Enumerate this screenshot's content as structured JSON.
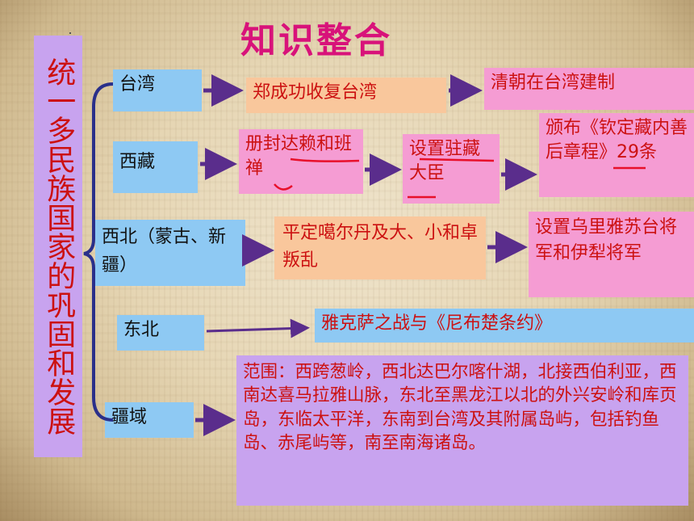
{
  "title": "知识整合",
  "theme": "统一多民族国家的巩固和发展",
  "rows": [
    {
      "region": "台湾",
      "step1": "郑成功收复台湾",
      "step2": "清朝在台湾建制"
    },
    {
      "region": "西藏",
      "step1": "册封达赖和班禅",
      "step2": "设置驻藏大臣",
      "step3": "颁布《钦定藏内善后章程》29条"
    },
    {
      "region": "西北（蒙古、新疆）",
      "step1": "平定噶尔丹及大、小和卓叛乱",
      "step2": "设置乌里雅苏台将军和伊犁将军"
    },
    {
      "region": "东北",
      "step1": "雅克萨之战与《尼布楚条约》"
    },
    {
      "region": "疆域",
      "step1": "范围：西跨葱岭，西北达巴尔喀什湖，北接西伯利亚，西南达喜马拉雅山脉，东北至黑龙江以北的外兴安岭和库页岛，东临太平洋，东南到台湾及其附属岛屿，包括钓鱼岛、赤尾屿等，南至南海诸岛。"
    }
  ],
  "colors": {
    "title": "#d8127a",
    "text": "#cc1111",
    "arrow": "#5a2d8c",
    "brace": "#2a2f8a",
    "blue_box": "#8ec9f3",
    "orange_box": "#f9c79c",
    "pink_box": "#f59cd3",
    "lilac_box": "#c8a3ef",
    "underline": "#e8102a"
  }
}
